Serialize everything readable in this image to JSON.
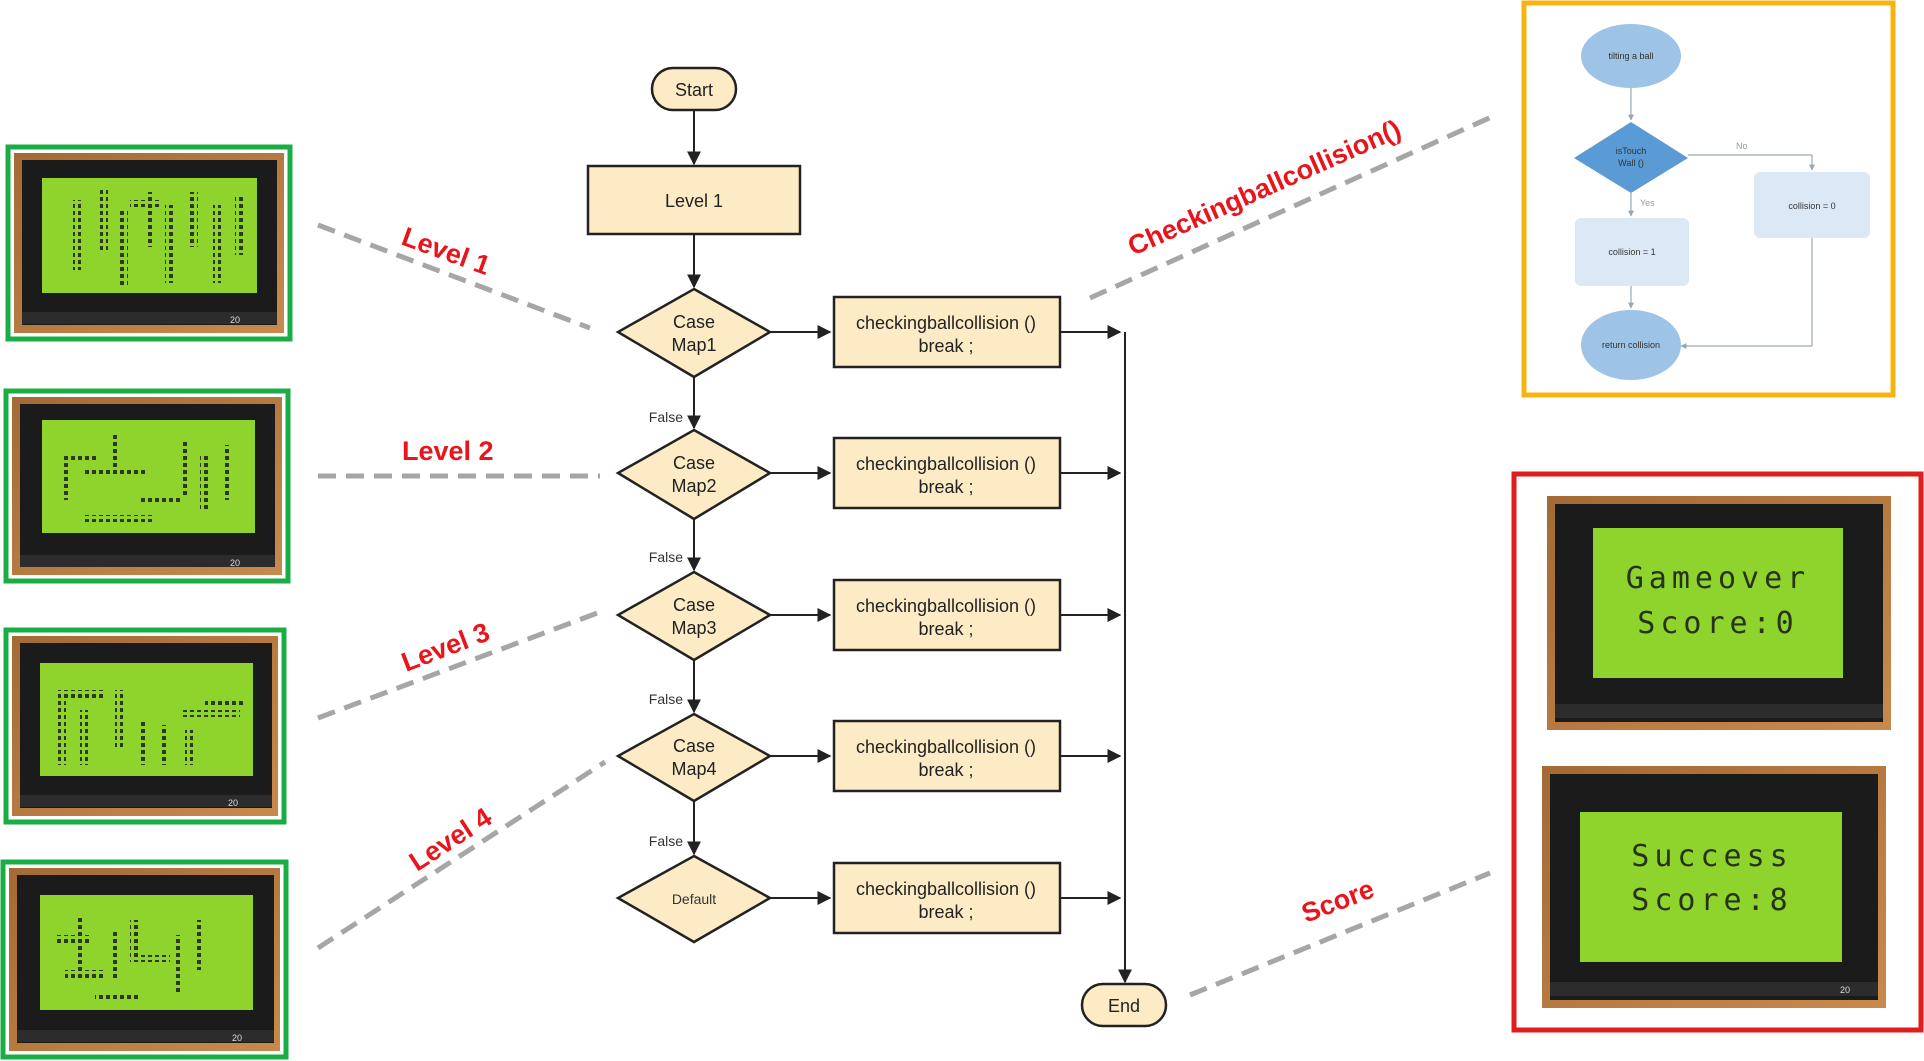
{
  "colors": {
    "node_fill": "#fcebc4",
    "node_stroke": "#222222",
    "label_red": "#e8161c",
    "frame_green": "#1aad45",
    "frame_yellow": "#f7b410",
    "frame_red": "#e01c1c",
    "dash_gray": "#a6a6a6",
    "lcd_green": "#8ed42c",
    "mini_blue": "#9dc3e6",
    "mini_dark_blue": "#5b9bd5",
    "mini_rect": "#dbe9f7"
  },
  "flowchart": {
    "start": "Start",
    "level1": "Level 1",
    "cases": [
      {
        "line1": "Case",
        "line2": "Map1"
      },
      {
        "line1": "Case",
        "line2": "Map2"
      },
      {
        "line1": "Case",
        "line2": "Map3"
      },
      {
        "line1": "Case",
        "line2": "Map4"
      }
    ],
    "default_label": "Default",
    "action_line1": "checkingballcollision ()",
    "action_line2": "break ;",
    "false_label": "False",
    "end": "End"
  },
  "labels": {
    "level1": "Level 1",
    "level2": "Level 2",
    "level3": "Level 3",
    "level4": "Level 4",
    "collision": "Checkingballcollision()",
    "score": "Score"
  },
  "mini_flow": {
    "tilt": "tilting a ball",
    "decision_line1": "isTouch",
    "decision_line2": "Wall ()",
    "no": "No",
    "yes": "Yes",
    "collision_zero": "collision = 0",
    "collision_one": "collision = 1",
    "return": "return collision"
  },
  "screens": {
    "gameover_line1": "Gameover",
    "gameover_line2": "Score:0",
    "success_line1": "Success",
    "success_line2": "Score:8",
    "pin_label": "20"
  }
}
